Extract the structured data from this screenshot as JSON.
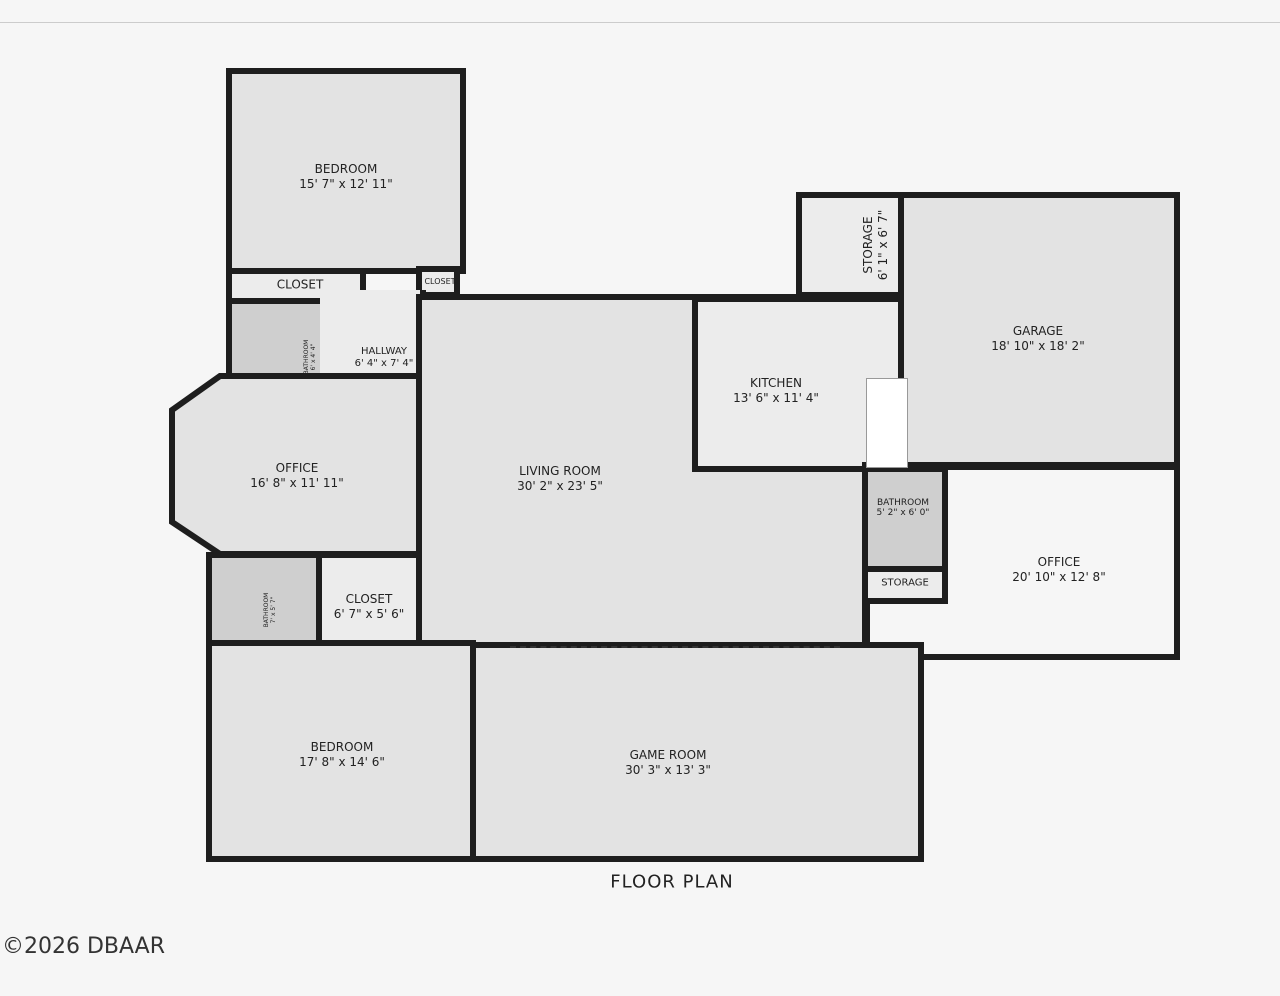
{
  "rooms": {
    "bedroom_top": {
      "name": "BEDROOM",
      "dims": "15' 7\" x 12' 11\""
    },
    "closet_top": {
      "name": "CLOSET"
    },
    "closet_small": {
      "name": "CLOSET"
    },
    "bathroom_top": {
      "name": "BATHROOM",
      "dims": "6' x 4' 4\""
    },
    "hallway": {
      "name": "HALLWAY",
      "dims": "6' 4\" x 7' 4\""
    },
    "office_left": {
      "name": "OFFICE",
      "dims": "16' 8\" x 11' 11\""
    },
    "living_room": {
      "name": "LIVING ROOM",
      "dims": "30' 2\" x 23' 5\""
    },
    "kitchen": {
      "name": "KITCHEN",
      "dims": "13' 6\" x 11' 4\""
    },
    "storage_top": {
      "name": "STORAGE",
      "dims": "6' 1\" x 6' 7\""
    },
    "garage": {
      "name": "GARAGE",
      "dims": "18' 10\" x 18' 2\""
    },
    "bathroom_right": {
      "name": "BATHROOM",
      "dims": "5' 2\" x 6' 0\""
    },
    "storage_right": {
      "name": "STORAGE"
    },
    "office_right": {
      "name": "OFFICE",
      "dims": "20' 10\" x 12' 8\""
    },
    "bathroom_bottom": {
      "name": "BATHROOM",
      "dims": "7' x 5' 7\""
    },
    "closet_bottom": {
      "name": "CLOSET",
      "dims": "6' 7\" x 5' 6\""
    },
    "bedroom_bottom": {
      "name": "BEDROOM",
      "dims": "17' 8\" x 14' 6\""
    },
    "game_room": {
      "name": "GAME ROOM",
      "dims": "30' 3\" x 13' 3\""
    }
  },
  "title": "FLOOR PLAN",
  "watermark": "©2026 DBAAR"
}
